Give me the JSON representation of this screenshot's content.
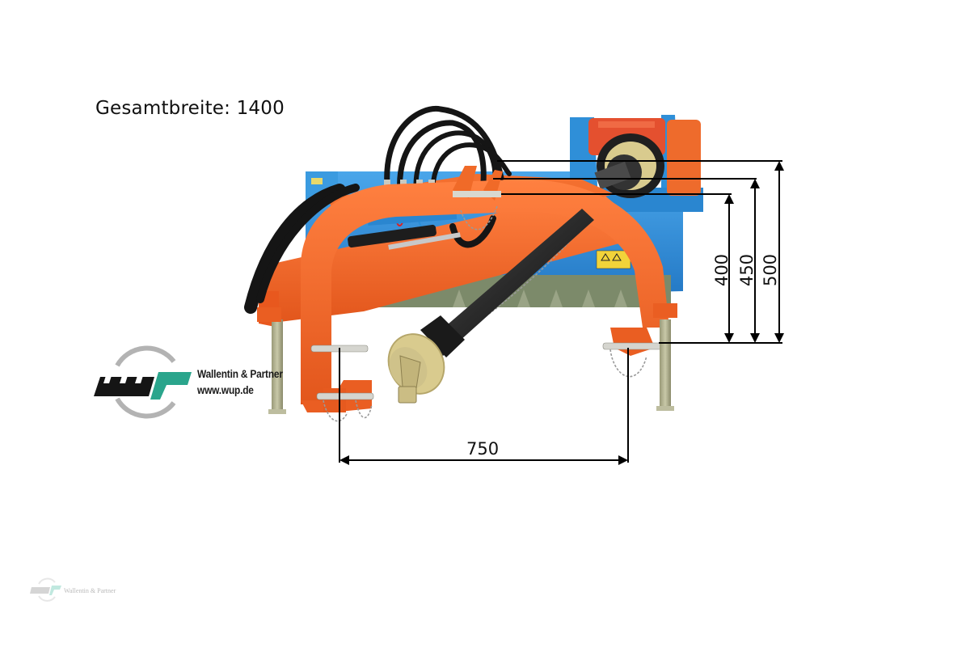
{
  "image": {
    "title": "Gesamtbreite: 1400",
    "subject": "Schlegelmulcher (flail mower) with orange three-point hitch frame and blue housing"
  },
  "dimensions": {
    "width_total": "Gesamtbreite: 1400",
    "horizontal": {
      "label": "750"
    },
    "vertical": [
      {
        "label": "400"
      },
      {
        "label": "450"
      },
      {
        "label": "500"
      }
    ]
  },
  "logo": {
    "company": "Wallentin & Partner",
    "url": "www.wup.de",
    "icon": "wp-logo-icon"
  },
  "watermark": {
    "company": "Wallentin & Partner",
    "icon": "wp-logo-icon"
  },
  "colors": {
    "frame_orange": "#f06a28",
    "housing_blue": "#2f8fd8",
    "gearbox_red": "#e4502f",
    "shaft_black": "#2b2b2b",
    "shield_yellow": "#d9cb8e",
    "logo_teal": "#2aa58c",
    "logo_gray": "#b3b3b3",
    "dimension_black": "#000000"
  }
}
